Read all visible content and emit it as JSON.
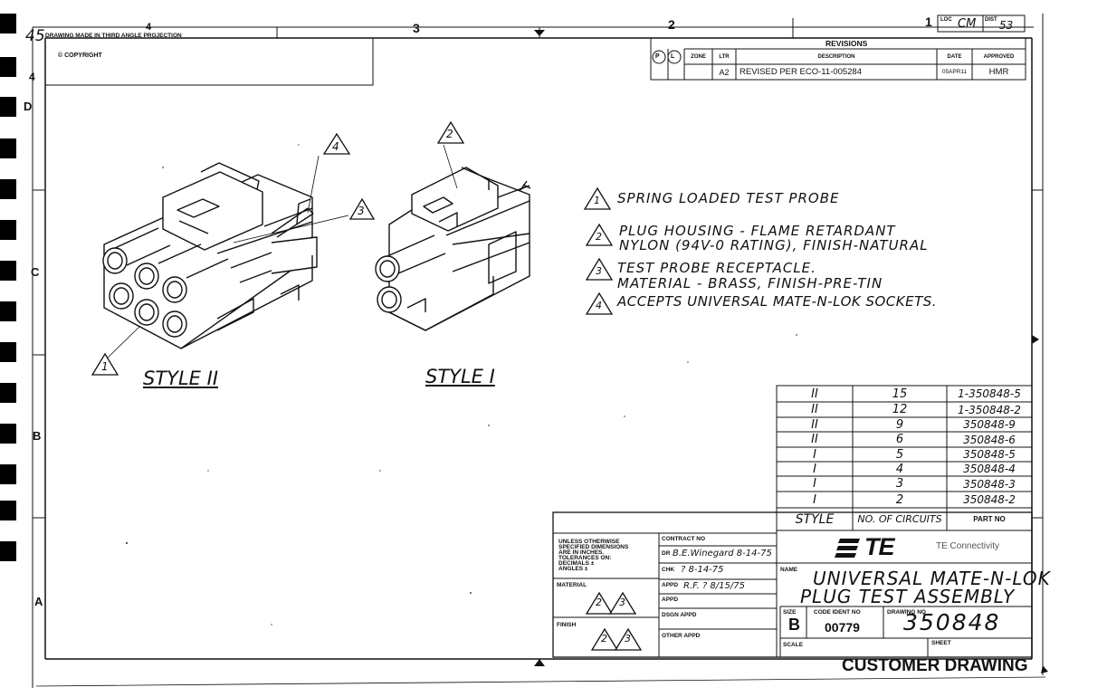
{
  "header": {
    "projection_note": "DRAWING MADE IN THIRD ANGLE PROJECTION",
    "copyright": "© COPYRIGHT",
    "handwritten_corner": "45",
    "loc_label": "LOC",
    "loc_value": "CM",
    "dist_label": "DIST",
    "dist_value": "53"
  },
  "zones": {
    "top": [
      "4",
      "3",
      "2",
      "1"
    ],
    "left": [
      "D",
      "C",
      "B",
      "A"
    ],
    "left_top_mark": "4"
  },
  "revisions": {
    "title": "REVISIONS",
    "headers": [
      "ZONE",
      "LTR",
      "DESCRIPTION",
      "DATE",
      "APPROVED"
    ],
    "row": {
      "zone": "",
      "ltr": "A2",
      "description": "REVISED PER ECO-11-005284",
      "date": "05APR11",
      "approved": "HMR"
    },
    "p_mark": "P",
    "l_mark": "L"
  },
  "callouts": {
    "c1": "1",
    "c2": "2",
    "c3": "3",
    "c4": "4"
  },
  "views": {
    "style2_label": "STYLE II",
    "style1_label": "STYLE I"
  },
  "notes": [
    {
      "num": "1",
      "lines": [
        "SPRING LOADED TEST PROBE"
      ]
    },
    {
      "num": "2",
      "lines": [
        "PLUG HOUSING - FLAME RETARDANT",
        "NYLON (94V-0 RATING), FINISH-NATURAL"
      ]
    },
    {
      "num": "3",
      "lines": [
        "TEST PROBE RECEPTACLE.",
        "MATERIAL - BRASS, FINISH-PRE-TIN"
      ]
    },
    {
      "num": "4",
      "lines": [
        "ACCEPTS UNIVERSAL MATE-N-LOK SOCKETS."
      ]
    }
  ],
  "parts_table": {
    "rows": [
      {
        "style": "II",
        "circuits": "15",
        "part": "1-350848-5"
      },
      {
        "style": "II",
        "circuits": "12",
        "part": "1-350848-2"
      },
      {
        "style": "II",
        "circuits": "9",
        "part": "350848-9"
      },
      {
        "style": "II",
        "circuits": "6",
        "part": "350848-6"
      },
      {
        "style": "I",
        "circuits": "5",
        "part": "350848-5"
      },
      {
        "style": "I",
        "circuits": "4",
        "part": "350848-4"
      },
      {
        "style": "I",
        "circuits": "3",
        "part": "350848-3"
      },
      {
        "style": "I",
        "circuits": "2",
        "part": "350848-2"
      }
    ],
    "header_style": "STYLE",
    "header_circuits": "NO. OF CIRCUITS",
    "header_part": "PART NO"
  },
  "title_block": {
    "tolerances": [
      "UNLESS OTHERWISE",
      "SPECIFIED DIMENSIONS",
      "ARE IN INCHES.",
      "TOLERANCES ON:",
      "DECIMALS ±",
      "ANGLES ±"
    ],
    "material_label": "MATERIAL",
    "finish_label": "FINISH",
    "contract_label": "CONTRACT NO",
    "dr_label": "DR",
    "dr_value": "B.E.Winegard 8-14-75",
    "chk_label": "CHK",
    "chk_value": "? 8-14-75",
    "appd_label": "APPD",
    "appd_value": "R.F. ? 8/15/75",
    "appd2_label": "APPD",
    "dsgn_label": "DSGN APPD",
    "other_label": "OTHER APPD",
    "company_logo": "TE",
    "company_tagline": "TE Connectivity",
    "name_label": "NAME",
    "title_line1": "UNIVERSAL MATE-N-LOK",
    "title_line2": "PLUG TEST ASSEMBLY",
    "size_label": "SIZE",
    "size_value": "B",
    "cage_label": "CODE IDENT NO",
    "cage_value": "00779",
    "dwg_label": "DRAWING NO",
    "dwg_value": "350848",
    "scale_label": "SCALE",
    "sheet_label": "SHEET",
    "customer_drawing": "CUSTOMER DRAWING"
  }
}
